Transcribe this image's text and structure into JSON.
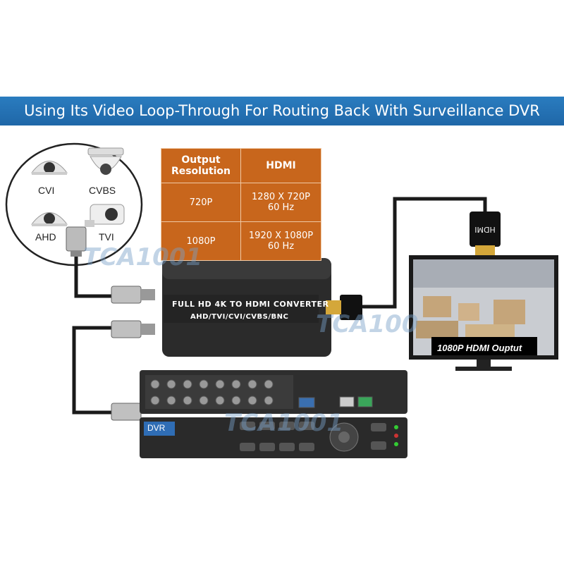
{
  "banner": {
    "title": "Using Its Video Loop-Through For Routing Back With Surveillance DVR"
  },
  "cameras": [
    {
      "label": "CVI",
      "icon": "dome-camera-icon"
    },
    {
      "label": "CVBS",
      "icon": "ptz-camera-icon"
    },
    {
      "label": "AHD",
      "icon": "dome-camera-icon"
    },
    {
      "label": "TVI",
      "icon": "bullet-camera-icon"
    }
  ],
  "spec_table": {
    "headers": [
      "Output\nResolution",
      "HDMI"
    ],
    "rows": [
      {
        "resolution": "720P",
        "hdmi_line1": "1280 X 720P",
        "hdmi_line2": "60 Hz"
      },
      {
        "resolution": "1080P",
        "hdmi_line1": "1920 X 1080P",
        "hdmi_line2": "60 Hz"
      }
    ],
    "color": "#c8661c"
  },
  "converter": {
    "line1": "FULL HD 4K TO HDMI CONVERTER",
    "line2": "AHD/TVI/CVI/CVBS/BNC"
  },
  "hdmi_plug": {
    "label": "HDMI"
  },
  "monitor": {
    "caption": "1080P HDMI Ouptut"
  },
  "dvr": {
    "label": "DVR"
  },
  "watermarks": [
    "TCA1001",
    "TCA100",
    "TCA1001"
  ],
  "colors": {
    "banner": "#1f67a8",
    "accent": "#c8661c"
  }
}
